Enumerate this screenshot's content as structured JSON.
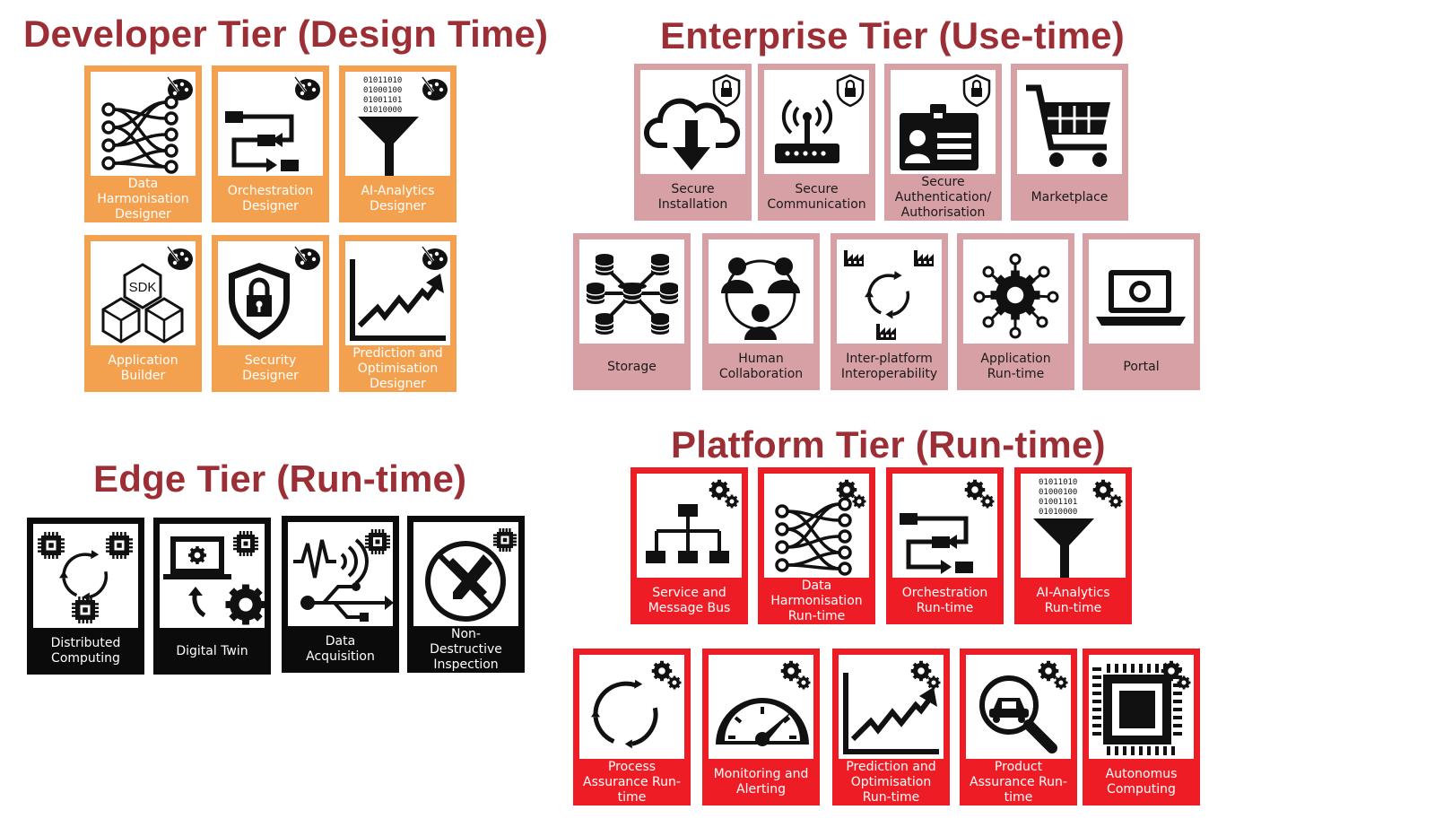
{
  "colors": {
    "title": "#9c2f35",
    "developer": "#f4a14f",
    "enterprise": "#d7a0a5",
    "platform": "#ee1c25",
    "edge": "#0b0b0b"
  },
  "developer": {
    "title": "Developer Tier (Design Time)",
    "tiles": [
      {
        "label": "Data Harmonisation Designer",
        "icon": "network-map-icon"
      },
      {
        "label": "Orchestration Designer",
        "icon": "flow-arrows-icon"
      },
      {
        "label": "AI-Analytics Designer",
        "icon": "binary-funnel-icon"
      },
      {
        "label": "Application Builder",
        "icon": "sdk-cubes-icon"
      },
      {
        "label": "Security Designer",
        "icon": "shield-lock-icon"
      },
      {
        "label": "Prediction and Optimisation Designer",
        "icon": "trend-chart-icon"
      }
    ]
  },
  "enterprise": {
    "title": "Enterprise Tier (Use-time)",
    "tiles": [
      {
        "label": "Secure Installation",
        "icon": "cloud-download-icon"
      },
      {
        "label": "Secure Communication",
        "icon": "router-icon"
      },
      {
        "label": "Secure Authentication/ Authorisation",
        "icon": "id-card-icon"
      },
      {
        "label": "Marketplace",
        "icon": "shopping-cart-icon"
      },
      {
        "label": "Storage",
        "icon": "database-network-icon"
      },
      {
        "label": "Human Collaboration",
        "icon": "people-cycle-icon"
      },
      {
        "label": "Inter-platform Interoperability",
        "icon": "factories-cycle-icon"
      },
      {
        "label": "Application Run-time",
        "icon": "gear-network-icon"
      },
      {
        "label": "Portal",
        "icon": "laptop-icon"
      }
    ]
  },
  "edge": {
    "title": "Edge Tier (Run-time)",
    "tiles": [
      {
        "label": "Distributed Computing",
        "icon": "chips-cycle-icon"
      },
      {
        "label": "Digital Twin",
        "icon": "monitor-gear-icon"
      },
      {
        "label": "Data Acquisition",
        "icon": "signal-usb-icon"
      },
      {
        "label": "Non-Destructive Inspection",
        "icon": "no-tools-icon"
      }
    ]
  },
  "platform": {
    "title": "Platform  Tier (Run-time)",
    "tiles": [
      {
        "label": "Service and Message Bus",
        "icon": "hierarchy-icon"
      },
      {
        "label": "Data Harmonisation Run-time",
        "icon": "network-map-icon"
      },
      {
        "label": "Orchestration Run-time",
        "icon": "flow-arrows-icon"
      },
      {
        "label": "AI-Analytics Run-time",
        "icon": "binary-funnel-icon"
      },
      {
        "label": "Process Assurance Run-time",
        "icon": "cycle-arrows-icon"
      },
      {
        "label": "Monitoring and Alerting",
        "icon": "gauge-icon"
      },
      {
        "label": "Prediction and Optimisation Run-time",
        "icon": "trend-chart-icon"
      },
      {
        "label": "Product Assurance Run-time",
        "icon": "car-magnifier-icon"
      },
      {
        "label": "Autonomus Computing",
        "icon": "cpu-chip-icon"
      }
    ]
  }
}
